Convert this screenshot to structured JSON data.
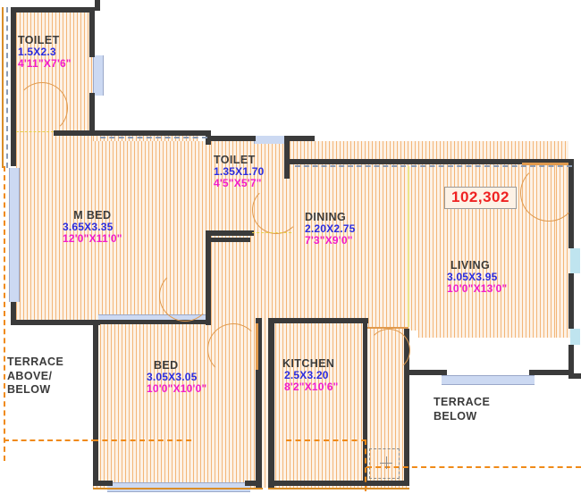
{
  "plan": {
    "unit_number": "102,302",
    "rooms": [
      {
        "name": "TOILET",
        "metric": "1.5X2.3",
        "imperial": "4'11\"X7'6\""
      },
      {
        "name": "M BED",
        "metric": "3.65X3.35",
        "imperial": "12'0\"X11'0\""
      },
      {
        "name": "TOILET",
        "metric": "1.35X1.70",
        "imperial": "4'5\"X5'7\""
      },
      {
        "name": "DINING",
        "metric": "2.20X2.75",
        "imperial": "7'3\"X9'0\""
      },
      {
        "name": "LIVING",
        "metric": "3.05X3.95",
        "imperial": "10'0\"X13'0\""
      },
      {
        "name": "BED",
        "metric": "3.05X3.05",
        "imperial": "10'0\"X10'0\""
      },
      {
        "name": "KITCHEN",
        "metric": "2.5X3.20",
        "imperial": "8'2\"X10'6\""
      }
    ],
    "annotations": {
      "terrace_left": "TERRACE\nABOVE/\nBELOW",
      "terrace_left_line1": "TERRACE",
      "terrace_left_line2": "ABOVE/",
      "terrace_left_line3": "BELOW",
      "terrace_right_line1": "TERRACE",
      "terrace_right_line2": "BELOW"
    },
    "colors": {
      "wall": "#3a3a3a",
      "floor_hatch": "#f3b679",
      "floor_base": "#fdf2e6",
      "window": "#ccd9f2",
      "metric_text": "#2b2ce0",
      "imperial_text": "#f21bcd",
      "room_name_text": "#3b3b3b",
      "unit_number_text": "#ef2222",
      "terrace_dash": "#f08a18",
      "door_swing": "#e09a4e"
    }
  }
}
